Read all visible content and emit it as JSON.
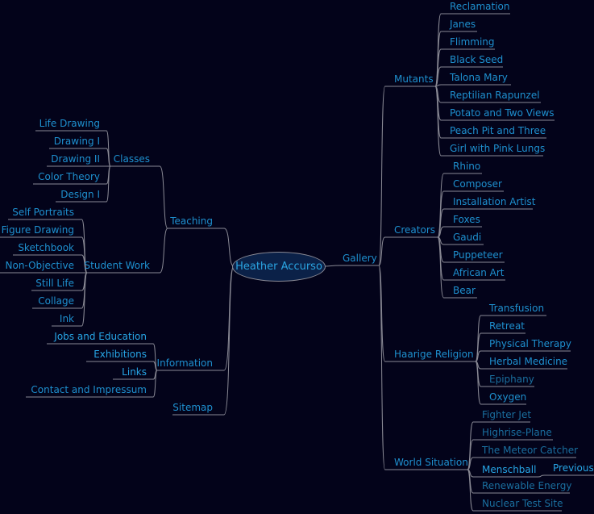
{
  "center": "Heather Accurso",
  "gallery": {
    "label": "Gallery",
    "mutants": {
      "label": "Mutants",
      "items": [
        "Reclamation",
        "Janes",
        "Flimming",
        "Black Seed",
        "Talona Mary",
        "Reptilian Rapunzel",
        "Potato and Two Views",
        "Peach Pit and Three",
        "Girl with Pink Lungs"
      ]
    },
    "creators": {
      "label": "Creators",
      "items": [
        "Rhino",
        "Composer",
        "Installation Artist",
        "Foxes",
        "Gaudi",
        "Puppeteer",
        "African Art",
        "Bear"
      ]
    },
    "religion": {
      "label": "Haarige Religion",
      "items": [
        "Transfusion",
        "Retreat",
        "Physical Therapy",
        "Herbal Medicine",
        "Epiphany",
        "Oxygen"
      ]
    },
    "world": {
      "label": "World Situation",
      "items": [
        "Fighter Jet",
        "Highrise-Plane",
        "The Meteor Catcher",
        "Menschball",
        "Renewable Energy",
        "Nuclear Test Site"
      ],
      "menschball_child": "Previous"
    }
  },
  "teaching": {
    "label": "Teaching",
    "classes": {
      "label": "Classes",
      "items": [
        "Life Drawing",
        "Drawing I",
        "Drawing II",
        "Color Theory",
        "Design I"
      ]
    },
    "student_work": {
      "label": "Student Work",
      "items": [
        "Self Portraits",
        "Figure Drawing",
        "Sketchbook",
        "Non-Objective",
        "Still Life",
        "Collage",
        "Ink"
      ]
    }
  },
  "information": {
    "label": "Information",
    "items": [
      "Jobs and Education",
      "Exhibitions",
      "Links",
      "Contact and Impressum"
    ]
  },
  "sitemap": {
    "label": "Sitemap"
  },
  "colors": {
    "background": "#03031a",
    "text": "#1e90cf",
    "line": "#8a8a95"
  }
}
